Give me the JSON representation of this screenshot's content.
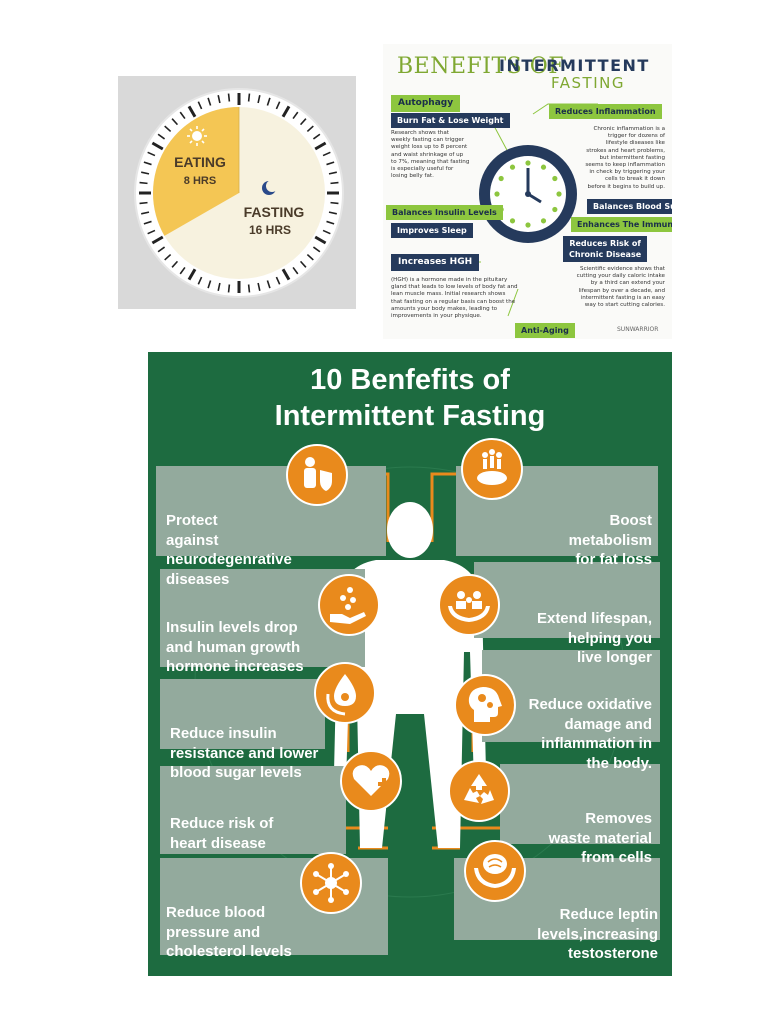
{
  "clock": {
    "eating_label": "EATING",
    "eating_hours": "8 HRS",
    "fasting_label": "FASTING",
    "fasting_hours": "16 HRS",
    "eating_fraction": 0.333,
    "colors": {
      "eating": "#f4c654",
      "fasting": "#f7f2df",
      "rim": "#ffffff",
      "ticks": "#222222"
    },
    "icons": [
      "sun-icon",
      "moon-icon"
    ]
  },
  "benefits": {
    "title_a": "BENEFITS OF",
    "title_b": "INTERMITTENT",
    "title_c": "FASTING",
    "tags": {
      "autophagy": "Autophagy",
      "burn_fat": "Burn Fat & Lose Weight",
      "reduces_inflammation": "Reduces Inflammation",
      "balances_insulin": "Balances Insulin Levels",
      "improves_sleep": "Improves Sleep",
      "balances_blood_sugar": "Balances Blood Sugar",
      "enhances_immune": "Enhances The Immune System",
      "reduces_risk_l1": "Reduces Risk of",
      "reduces_risk_l2": "Chronic Disease",
      "increases_hgh": "Increases HGH",
      "anti_aging": "Anti-Aging"
    },
    "para_fat": [
      "Research shows that",
      "weekly fasting can trigger",
      "weight loss up to 8 percent",
      "and waist shrinkage of up",
      "to 7%, meaning that fasting",
      "is especially useful for",
      "losing belly fat."
    ],
    "para_inflammation": [
      "Chronic inflammation is a",
      "trigger for dozens of",
      "lifestyle diseases like",
      "strokes and heart problems,",
      "but intermittent fasting",
      "seems to keep inflammation",
      "in check by triggering your",
      "cells to break it down",
      "before it begins to build up."
    ],
    "para_hgh": [
      "(HGH) is a hormone made in the pituitary",
      "gland that leads to low levels of body fat and",
      "lean muscle mass. Initial research shows",
      "that fasting on a regular basis can boost the",
      "amounts your body makes, leading to",
      "improvements in your physique."
    ],
    "para_scientific": [
      "Scientific evidence shows that",
      "cutting your daily caloric intake",
      "by a third can extend your",
      "lifespan by over a decade, and",
      "intermittent fasting is an easy",
      "way to start cutting calories."
    ],
    "logo_text": "SUNWARRIOR",
    "colors": {
      "green": "#8dc63f",
      "navy": "#253a5c"
    },
    "icons": [
      "clock-icon"
    ]
  },
  "infographic": {
    "title_l1": "10 Benfefits of",
    "title_l2": "Intermittent Fasting",
    "left": [
      {
        "l1": "Protect",
        "l2": "against",
        "l3": "neurodegenrative",
        "l4": "diseases",
        "icon": "person-shield-icon"
      },
      {
        "l1": "Insulin levels drop",
        "l2": "and human growth",
        "l3": "hormone increases",
        "icon": "hand-bubbles-icon"
      },
      {
        "l1": "Reduce insulin",
        "l2": "resistance and lower",
        "l3": "blood sugar levels",
        "icon": "blood-drop-icon"
      },
      {
        "l1": "Reduce risk of",
        "l2": "heart disease",
        "icon": "heart-plus-icon"
      },
      {
        "l1": "Reduce blood",
        "l2": "pressure and",
        "l3": "cholesterol levels",
        "icon": "network-icon"
      }
    ],
    "right": [
      {
        "l1": "Boost",
        "l2": "metabolism",
        "l3": "for fat loss",
        "icon": "people-podium-icon"
      },
      {
        "l1": "Extend lifespan,",
        "l2": "helping you",
        "l3": "live longer",
        "icon": "hands-family-icon"
      },
      {
        "l1": "Reduce oxidative",
        "l2": "damage and",
        "l3": "inflammation in",
        "l4": "the body.",
        "icon": "head-gears-icon"
      },
      {
        "l1": "Removes",
        "l2": "waste material",
        "l3": "from cells",
        "icon": "recycle-icon"
      },
      {
        "l1": "Reduce leptin",
        "l2": "levels,increasing",
        "l3": "testosterone",
        "icon": "hands-brain-icon"
      }
    ],
    "colors": {
      "background": "#1d6b40",
      "card": "#93aa9d",
      "accent": "#e98a1c",
      "text": "#ffffff"
    }
  }
}
